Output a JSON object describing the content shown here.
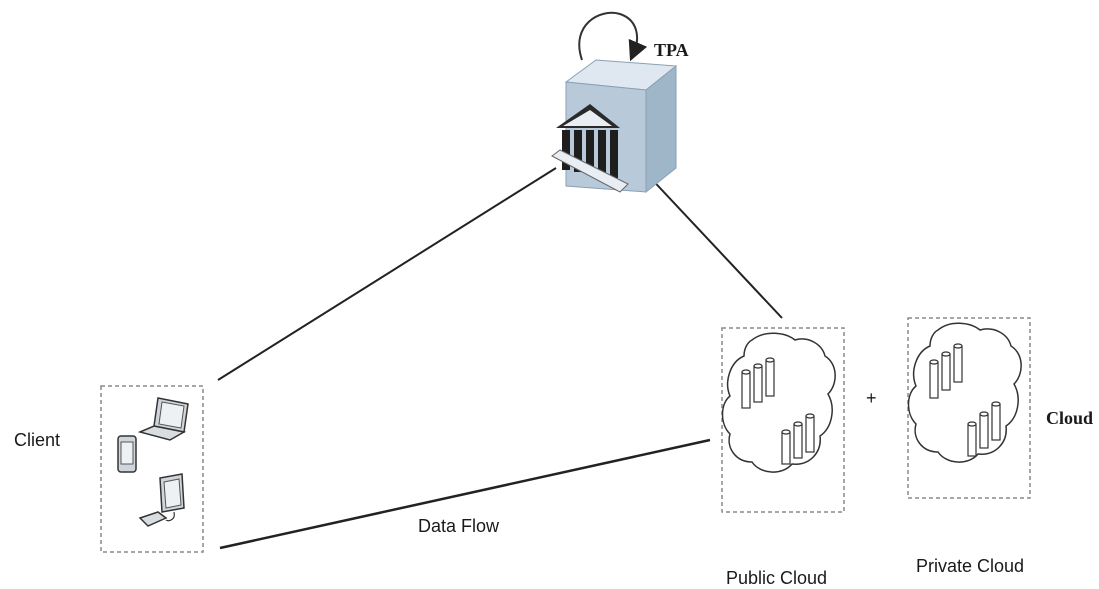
{
  "labels": {
    "tpa": "TPA",
    "client": "Client",
    "data_flow": "Data Flow",
    "plus": "+",
    "cloud": "Cloud",
    "public_cloud": "Public Cloud",
    "private_cloud": "Private Cloud"
  },
  "icons": {
    "tpa_server": "server-building-icon",
    "refresh_arrow": "curved-arrow-icon",
    "laptop": "laptop-icon",
    "phone": "mobile-phone-icon",
    "desktop": "desktop-computer-icon",
    "public_cloud": "cloud-database-icon",
    "private_cloud": "cloud-database-icon"
  },
  "colors": {
    "box_top": "#dfe8f1",
    "box_front": "#b8cad9",
    "box_side": "#9fb6c9",
    "line": "#222222",
    "dashed_border": "#8a8a8a"
  }
}
